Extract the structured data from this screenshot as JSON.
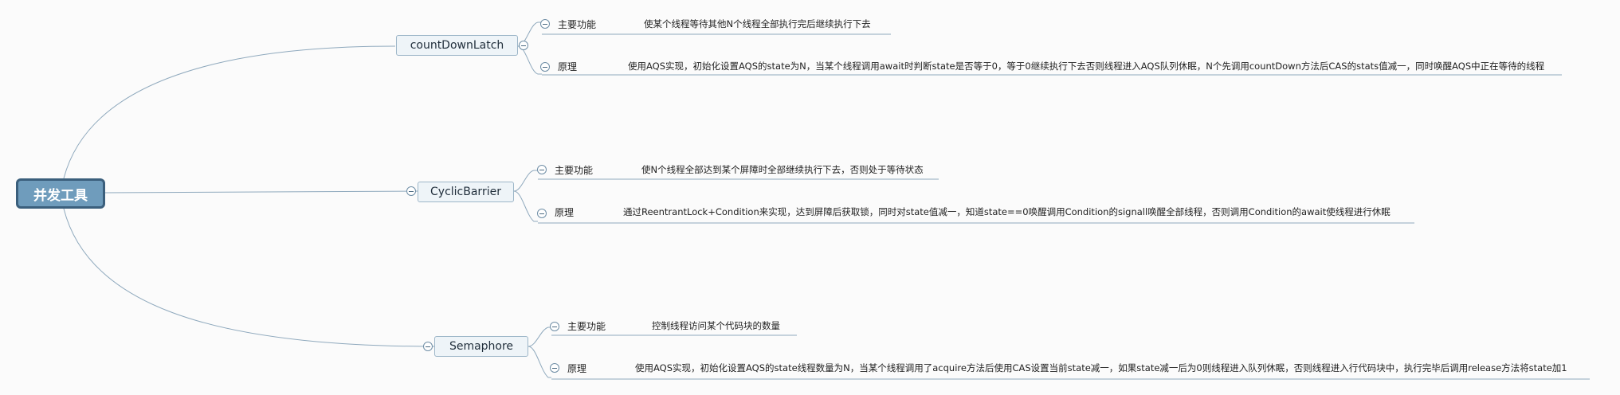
{
  "root": {
    "label": "并发工具"
  },
  "branches": [
    {
      "title": "countDownLatch",
      "items": [
        {
          "label": "主要功能",
          "text": "使某个线程等待其他N个线程全部执行完后继续执行下去"
        },
        {
          "label": "原理",
          "text": "使用AQS实现，初始化设置AQS的state为N，当某个线程调用await时判断state是否等于0，等于0继续执行下去否则线程进入AQS队列休眠，N个先调用countDown方法后CAS的stats值减一，同时唤醒AQS中正在等待的线程"
        }
      ]
    },
    {
      "title": "CyclicBarrier",
      "items": [
        {
          "label": "主要功能",
          "text": "使N个线程全部达到某个屏障时全部继续执行下去，否则处于等待状态"
        },
        {
          "label": "原理",
          "text": "通过ReentrantLock+Condition来实现，达到屏障后获取锁，同时对state值减一，知道state==0唤醒调用Condition的signall唤醒全部线程，否则调用Condition的await使线程进行休眠"
        }
      ]
    },
    {
      "title": "Semaphore",
      "items": [
        {
          "label": "主要功能",
          "text": "控制线程访问某个代码块的数量"
        },
        {
          "label": "原理",
          "text": "使用AQS实现，初始化设置AQS的state线程数量为N，当某个线程调用了acquire方法后使用CAS设置当前state减一，如果state减一后为0则线程进入队列休眠，否则线程进入行代码块中，执行完毕后调用release方法将state加1"
        }
      ]
    }
  ]
}
